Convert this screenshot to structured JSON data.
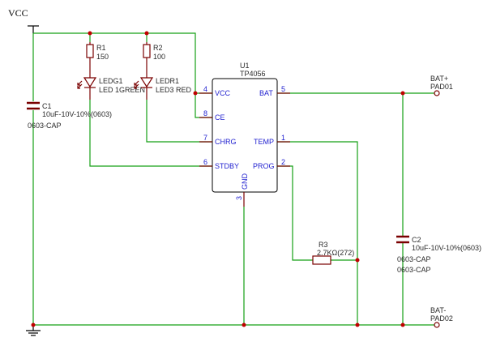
{
  "power": {
    "vcc": "VCC"
  },
  "resistors": {
    "r1": {
      "name": "R1",
      "value": "150"
    },
    "r2": {
      "name": "R2",
      "value": "100"
    },
    "r3": {
      "name": "R3",
      "value": "2.7KΩ(272)"
    }
  },
  "leds": {
    "ledg1": {
      "name": "LEDG1",
      "value": "LED 1GREEN"
    },
    "ledr1": {
      "name": "LEDR1",
      "value": "LED3 RED"
    }
  },
  "ic": {
    "ref": "U1",
    "part": "TP4056",
    "pins": {
      "vcc": {
        "num": "4",
        "label": "VCC"
      },
      "ce": {
        "num": "8",
        "label": "CE"
      },
      "chrg": {
        "num": "7",
        "label": "CHRG"
      },
      "stdby": {
        "num": "6",
        "label": "STDBY"
      },
      "bat": {
        "num": "5",
        "label": "BAT"
      },
      "temp": {
        "num": "1",
        "label": "TEMP"
      },
      "prog": {
        "num": "2",
        "label": "PROG"
      },
      "gnd": {
        "num": "3",
        "label": "GND"
      }
    }
  },
  "capacitors": {
    "c1": {
      "name": "C1",
      "value": "10uF-10V-10%(0603)",
      "package": "0603-CAP"
    },
    "c2": {
      "name": "C2",
      "value": "10uF-10V-10%(0603)",
      "package1": "0603-CAP",
      "package2": "0603-CAP"
    }
  },
  "pads": {
    "bat_plus": {
      "net": "BAT+",
      "pad": "PAD01"
    },
    "bat_minus": {
      "net": "BAT-",
      "pad": "PAD02"
    }
  }
}
